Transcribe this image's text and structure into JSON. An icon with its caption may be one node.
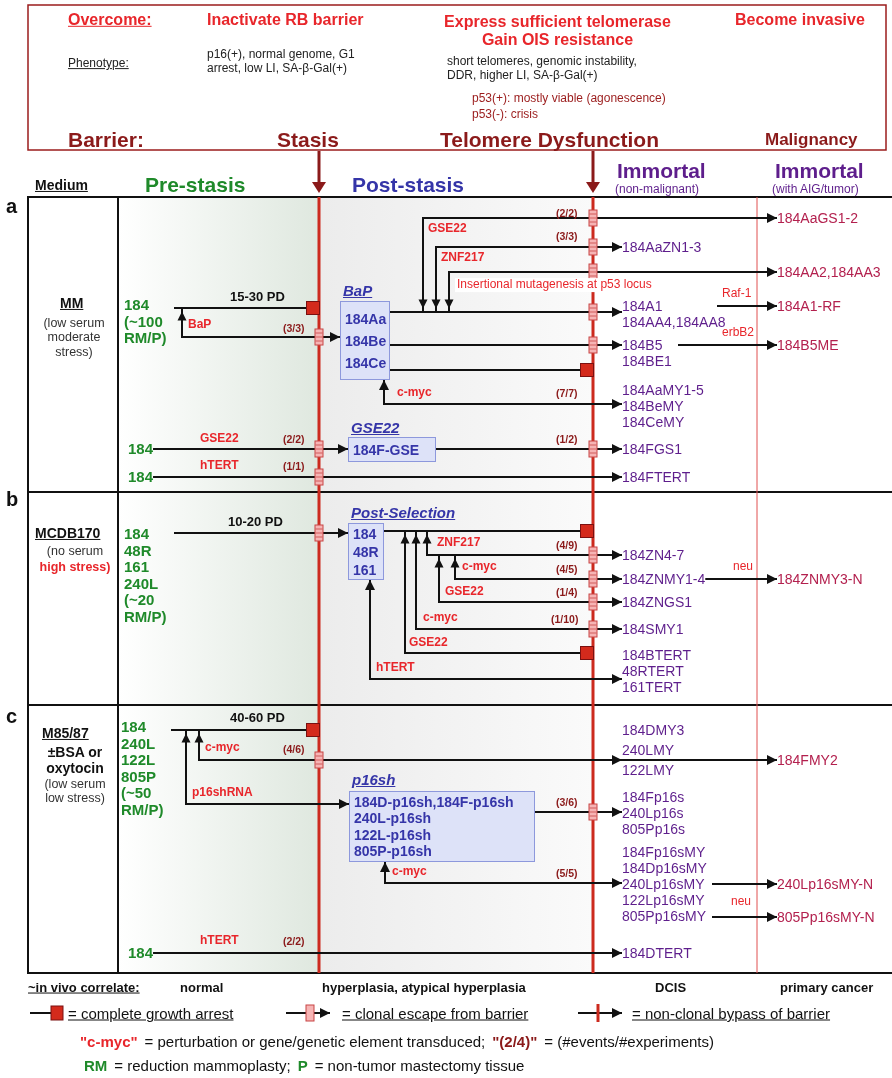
{
  "diagram": {
    "nodes": [
      {
        "text": [
          "184 (~100 RM/P)"
        ]
      },
      {
        "text": [],
        "shape": "box"
      },
      {
        "text": [
          "BaP",
          "184Aa 184Be 184Ce"
        ]
      },
      {
        "text": [
          "184"
        ]
      },
      {
        "text": [
          "GSE22",
          "184F-GSE"
        ]
      },
      {
        "text": [
          "184"
        ]
      },
      {
        "text": [
          "184AaGS1-2"
        ]
      },
      {
        "text": [
          "184AaZN1-3"
        ]
      },
      {
        "text": [
          "184AA2,184AA3"
        ]
      },
      {
        "text": [
          "184A1 184AA4,184AA8"
        ]
      },
      {
        "text": [
          "184A1-RF"
        ]
      },
      {
        "text": [
          "184B5 184BE1"
        ]
      },
      {
        "text": [
          "184B5ME"
        ]
      },
      {
        "text": [],
        "shape": "box"
      },
      {
        "text": [
          "184AaMY1-5 184BeMY 184CeMY"
        ]
      },
      {
        "text": [
          "184FGS1"
        ]
      },
      {
        "text": [
          "184FTERT"
        ]
      },
      {
        "text": [
          "184 48R 161 240L (~20 RM/P)"
        ]
      },
      {
        "text": [
          "Post-Selection",
          "184 48R 161"
        ]
      },
      {
        "text": [],
        "shape": "box"
      },
      {
        "text": [
          "184ZN4-7"
        ]
      },
      {
        "text": [
          "184ZNMY1-4"
        ]
      },
      {
        "text": [
          "184ZNMY3-N"
        ]
      },
      {
        "text": [
          "184ZNGS1"
        ]
      },
      {
        "text": [
          "184SMY1"
        ]
      },
      {
        "text": [],
        "shape": "box"
      },
      {
        "text": [
          "184BTERT 48RTERT 161TERT"
        ]
      },
      {
        "text": [
          "184 240L 122L 805P (~50 RM/P)"
        ]
      },
      {
        "text": [],
        "shape": "box"
      },
      {
        "text": [
          "184DMY3 240LMY 122LMY"
        ]
      },
      {
        "text": [
          "184FMY2"
        ]
      },
      {
        "text": [
          "p16sh",
          "184D-p16sh,184F-p16sh 240L-p16sh 122L-p16sh 805P-p16sh"
        ]
      },
      {
        "text": [
          "184Fp16s 240Lp16s 805Pp16s"
        ]
      },
      {
        "text": [
          "184Fp16sMY 184Dp16sMY 240Lp16sMY 122Lp16sMY 805Pp16sMY"
        ]
      },
      {
        "text": [
          "240Lp16sMY-N"
        ]
      },
      {
        "text": [
          "805Pp16sMY-N"
        ]
      },
      {
        "text": [
          "184"
        ]
      },
      {
        "text": [
          "184DTERT"
        ]
      }
    ],
    "edges": [
      {
        "from": 0,
        "to": 1,
        "arrow": "none",
        "label": "15-30 PD"
      },
      {
        "from": 0,
        "to": 2,
        "arrow": "to",
        "label": "BaP"
      },
      {
        "from": 2,
        "to": 6,
        "arrow": "to",
        "label": "GSE22"
      },
      {
        "from": 2,
        "to": 7,
        "arrow": "to",
        "label": "ZNF217"
      },
      {
        "from": 2,
        "to": 8,
        "arrow": "to",
        "label": "Insertional mutagenesis at p53 locus"
      },
      {
        "from": 2,
        "to": 9,
        "arrow": "to"
      },
      {
        "from": 9,
        "to": 10,
        "arrow": "to",
        "label": "Raf-1"
      },
      {
        "from": 2,
        "to": 11,
        "arrow": "to"
      },
      {
        "from": 11,
        "to": 12,
        "arrow": "to",
        "label": "erbB2"
      },
      {
        "from": 2,
        "to": 13,
        "arrow": "none"
      },
      {
        "from": 2,
        "to": 14,
        "arrow": "both",
        "label": "c-myc"
      },
      {
        "from": 3,
        "to": 4,
        "arrow": "to",
        "label": "GSE22"
      },
      {
        "from": 4,
        "to": 15,
        "arrow": "to"
      },
      {
        "from": 5,
        "to": 16,
        "arrow": "to",
        "label": "hTERT"
      },
      {
        "from": 17,
        "to": 18,
        "arrow": "to",
        "label": "10-20 PD"
      },
      {
        "from": 18,
        "to": 19,
        "arrow": "none"
      },
      {
        "from": 18,
        "to": 20,
        "arrow": "to",
        "label": "ZNF217"
      },
      {
        "from": 18,
        "to": 21,
        "arrow": "to",
        "label": "c-myc"
      },
      {
        "from": 21,
        "to": 22,
        "arrow": "to",
        "label": "neu"
      },
      {
        "from": 18,
        "to": 23,
        "arrow": "to",
        "label": "GSE22"
      },
      {
        "from": 18,
        "to": 24,
        "arrow": "to",
        "label": "c-myc"
      },
      {
        "from": 18,
        "to": 25,
        "arrow": "to",
        "label": "GSE22"
      },
      {
        "from": 18,
        "to": 26,
        "arrow": "both",
        "label": "hTERT"
      },
      {
        "from": 27,
        "to": 28,
        "arrow": "none",
        "label": "40-60 PD"
      },
      {
        "from": 27,
        "to": 29,
        "arrow": "to",
        "label": "c-myc"
      },
      {
        "from": 27,
        "to": 30,
        "arrow": "to"
      },
      {
        "from": 27,
        "to": 31,
        "arrow": "to",
        "label": "p16shRNA"
      },
      {
        "from": 31,
        "to": 32,
        "arrow": "to"
      },
      {
        "from": 31,
        "to": 33,
        "arrow": "both",
        "label": "c-myc"
      },
      {
        "from": 33,
        "to": 34,
        "arrow": "to",
        "label": "neu"
      },
      {
        "from": 33,
        "to": 35,
        "arrow": "to"
      },
      {
        "from": 36,
        "to": 37,
        "arrow": "to",
        "label": "hTERT"
      }
    ],
    "labels": [
      "Overcome:",
      "Inactivate RB barrier",
      "Express sufficient telomerase Gain OIS resistance",
      "Become invasive",
      "Phenotype:",
      "p16(+), normal genome, G1 arrest, low LI, SA-β-Gal(+)",
      "short telomeres, genomic instability, DDR, higher LI, SA-β-Gal(+)",
      "p53(+): mostly viable (agonescence)",
      "p53(-): crisis",
      "Barrier:",
      "Stasis",
      "Telomere Dysfunction",
      "Malignancy",
      "Medium",
      "Pre-stasis",
      "Post-stasis",
      "Immortal",
      "(non-malignant)",
      "Immortal",
      "(with AIG/tumor)",
      "a",
      "MM",
      "(low serum moderate stress)",
      "(2/2)",
      "(3/3)",
      "(3/3)",
      "(7/7)",
      "(2/2)",
      "(1/2)",
      "(1/1)",
      "b",
      "MCDB170",
      "(no serum",
      "high stress)",
      "(4/9)",
      "(4/5)",
      "(1/4)",
      "(1/10)",
      "c",
      "M85/87",
      "±BSA or oxytocin",
      "(low serum low stress)",
      "(4/6)",
      "(3/6)",
      "(5/5)",
      "(2/2)",
      "~in vivo correlate:",
      "normal",
      "hyperplasia, atypical hyperplasia",
      "DCIS",
      "primary cancer",
      "\"c-myc\"",
      "= perturbation or gene/genetic element transduced;",
      "\"(2/4)\"",
      "= (#events/#experiments)",
      "RM",
      "= reduction mammoplasty;",
      "P",
      "= non-tumor mastectomy tissue"
    ],
    "legend": [
      {
        "text": "= complete growth arrest"
      },
      {
        "text": "= clonal escape from barrier"
      },
      {
        "text": "= non-clonal bypass of barrier"
      }
    ]
  }
}
